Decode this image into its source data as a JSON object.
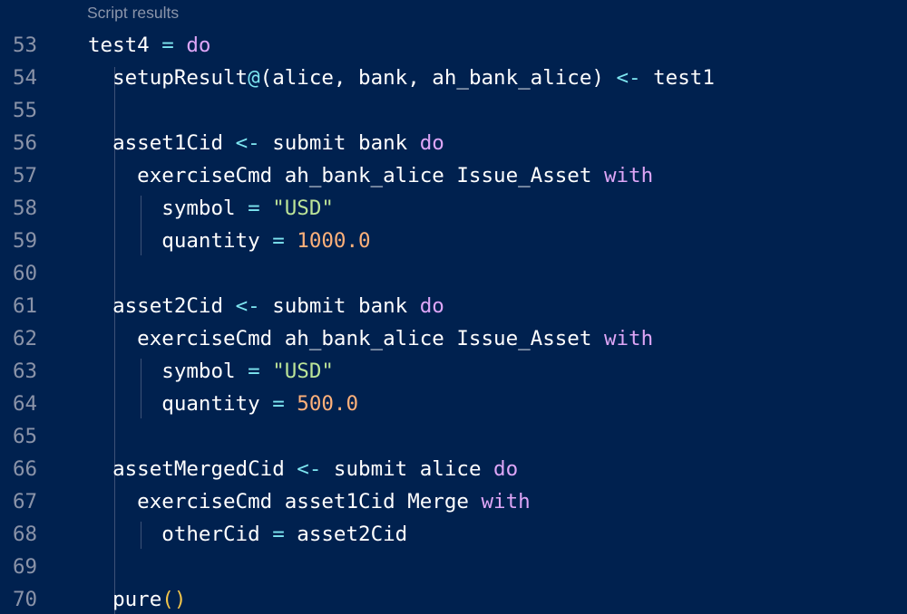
{
  "codelens": "Script results",
  "lines": [
    {
      "num": "53",
      "tokens": [
        {
          "t": "test4",
          "c": "id"
        },
        {
          "t": " ",
          "c": "id"
        },
        {
          "t": "=",
          "c": "op"
        },
        {
          "t": " ",
          "c": "id"
        },
        {
          "t": "do",
          "c": "kw"
        }
      ]
    },
    {
      "num": "54",
      "tokens": [
        {
          "t": "  setupResult",
          "c": "id"
        },
        {
          "t": "@",
          "c": "op"
        },
        {
          "t": "(alice, bank, ah_bank_alice) ",
          "c": "id"
        },
        {
          "t": "<-",
          "c": "op"
        },
        {
          "t": " test1",
          "c": "id"
        }
      ]
    },
    {
      "num": "55",
      "tokens": []
    },
    {
      "num": "56",
      "tokens": [
        {
          "t": "  asset1Cid ",
          "c": "id"
        },
        {
          "t": "<-",
          "c": "op"
        },
        {
          "t": " submit bank ",
          "c": "id"
        },
        {
          "t": "do",
          "c": "kw"
        }
      ]
    },
    {
      "num": "57",
      "tokens": [
        {
          "t": "    exerciseCmd ah_bank_alice Issue_Asset ",
          "c": "id"
        },
        {
          "t": "with",
          "c": "kw"
        }
      ]
    },
    {
      "num": "58",
      "tokens": [
        {
          "t": "      symbol ",
          "c": "id"
        },
        {
          "t": "=",
          "c": "op"
        },
        {
          "t": " ",
          "c": "id"
        },
        {
          "t": "\"USD\"",
          "c": "str"
        }
      ]
    },
    {
      "num": "59",
      "tokens": [
        {
          "t": "      quantity ",
          "c": "id"
        },
        {
          "t": "=",
          "c": "op"
        },
        {
          "t": " ",
          "c": "id"
        },
        {
          "t": "1000.0",
          "c": "num"
        }
      ]
    },
    {
      "num": "60",
      "tokens": []
    },
    {
      "num": "61",
      "tokens": [
        {
          "t": "  asset2Cid ",
          "c": "id"
        },
        {
          "t": "<-",
          "c": "op"
        },
        {
          "t": " submit bank ",
          "c": "id"
        },
        {
          "t": "do",
          "c": "kw"
        }
      ]
    },
    {
      "num": "62",
      "tokens": [
        {
          "t": "    exerciseCmd ah_bank_alice Issue_Asset ",
          "c": "id"
        },
        {
          "t": "with",
          "c": "kw"
        }
      ]
    },
    {
      "num": "63",
      "tokens": [
        {
          "t": "      symbol ",
          "c": "id"
        },
        {
          "t": "=",
          "c": "op"
        },
        {
          "t": " ",
          "c": "id"
        },
        {
          "t": "\"USD\"",
          "c": "str"
        }
      ]
    },
    {
      "num": "64",
      "tokens": [
        {
          "t": "      quantity ",
          "c": "id"
        },
        {
          "t": "=",
          "c": "op"
        },
        {
          "t": " ",
          "c": "id"
        },
        {
          "t": "500.0",
          "c": "num"
        }
      ]
    },
    {
      "num": "65",
      "tokens": []
    },
    {
      "num": "66",
      "tokens": [
        {
          "t": "  assetMergedCid ",
          "c": "id"
        },
        {
          "t": "<-",
          "c": "op"
        },
        {
          "t": " submit alice ",
          "c": "id"
        },
        {
          "t": "do",
          "c": "kw"
        }
      ]
    },
    {
      "num": "67",
      "tokens": [
        {
          "t": "    exerciseCmd asset1Cid Merge ",
          "c": "id"
        },
        {
          "t": "with",
          "c": "kw"
        }
      ]
    },
    {
      "num": "68",
      "tokens": [
        {
          "t": "      otherCid ",
          "c": "id"
        },
        {
          "t": "=",
          "c": "op"
        },
        {
          "t": " asset2Cid",
          "c": "id"
        }
      ]
    },
    {
      "num": "69",
      "tokens": []
    },
    {
      "num": "70",
      "tokens": [
        {
          "t": "  pure",
          "c": "id"
        },
        {
          "t": "()",
          "c": "paren"
        }
      ]
    }
  ],
  "colors": {
    "background": "#00214f",
    "keyword": "#dea6f7",
    "operator": "#7ee6f1",
    "string": "#bbe498",
    "number": "#ffb17a",
    "identifier": "#ffffff",
    "line_number": "#8a93a8"
  }
}
